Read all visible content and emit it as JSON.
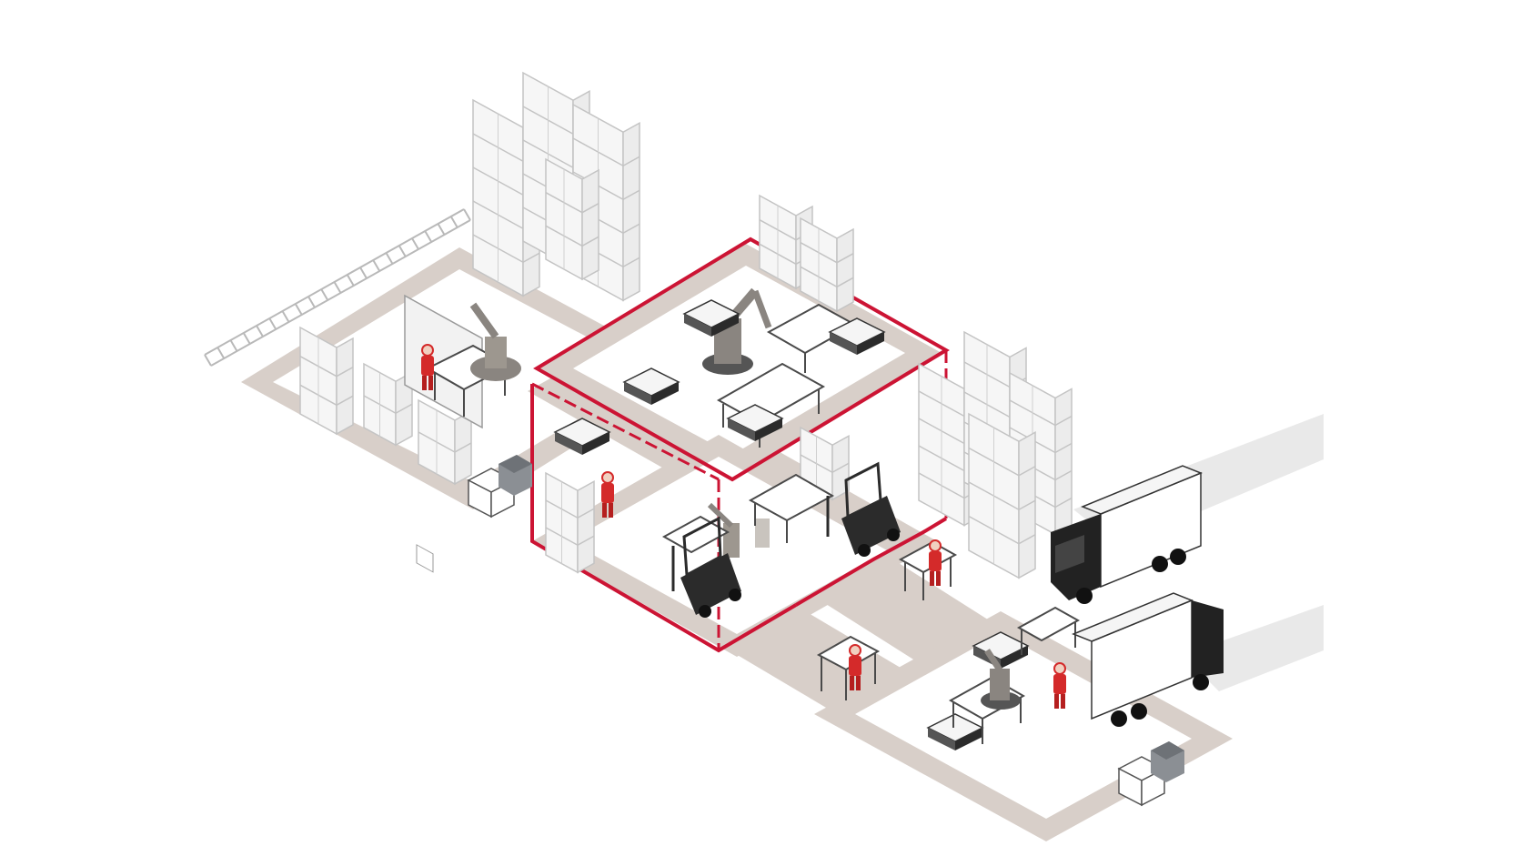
{
  "colors": {
    "background": "#ffffff",
    "floor_path": "#d8cfc9",
    "floor_inner": "#ffffff",
    "accent_red": "#cc1434",
    "rack": "#c8c8c8",
    "rack_fill": "#f4f4f4",
    "dark": "#3a3a3a",
    "truck_cab": "#222222",
    "truck_box": "#ffffff",
    "shadow": "#e6e6e6",
    "worker": "#d42a2a",
    "robot": "#8a8580"
  },
  "zones": [
    {
      "id": "assembly-zone",
      "label": ""
    },
    {
      "id": "robot-cell",
      "label": ""
    },
    {
      "id": "picking-zone",
      "label": ""
    },
    {
      "id": "shipping-zone",
      "label": ""
    }
  ]
}
